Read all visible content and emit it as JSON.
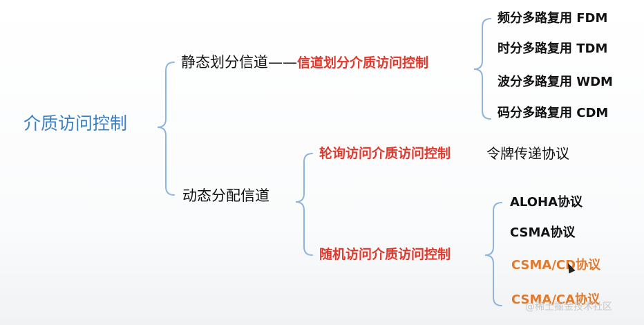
{
  "root": {
    "label": "介质访问控制"
  },
  "static_branch": {
    "label": "静态划分信道——",
    "sub_label": "信道划分介质访问控制",
    "leaves": [
      "频分多路复用 FDM",
      "时分多路复用 TDM",
      "波分多路复用 WDM",
      "码分多路复用 CDM"
    ]
  },
  "dynamic_branch": {
    "label": "动态分配信道",
    "polling": {
      "label": "轮询访问介质访问控制",
      "protocol": "令牌传递协议"
    },
    "random": {
      "label": "随机访问介质访问控制",
      "protocols": [
        "ALOHA协议",
        "CSMA协议",
        "CSMA/CD协议",
        "CSMA/CA协议"
      ]
    }
  },
  "watermark": "@稀土掘金技术社区",
  "colors": {
    "root": "#3b7fc4",
    "red": "#e2372b",
    "orange": "#e07b2e",
    "bracket": "#8fb4dc"
  }
}
